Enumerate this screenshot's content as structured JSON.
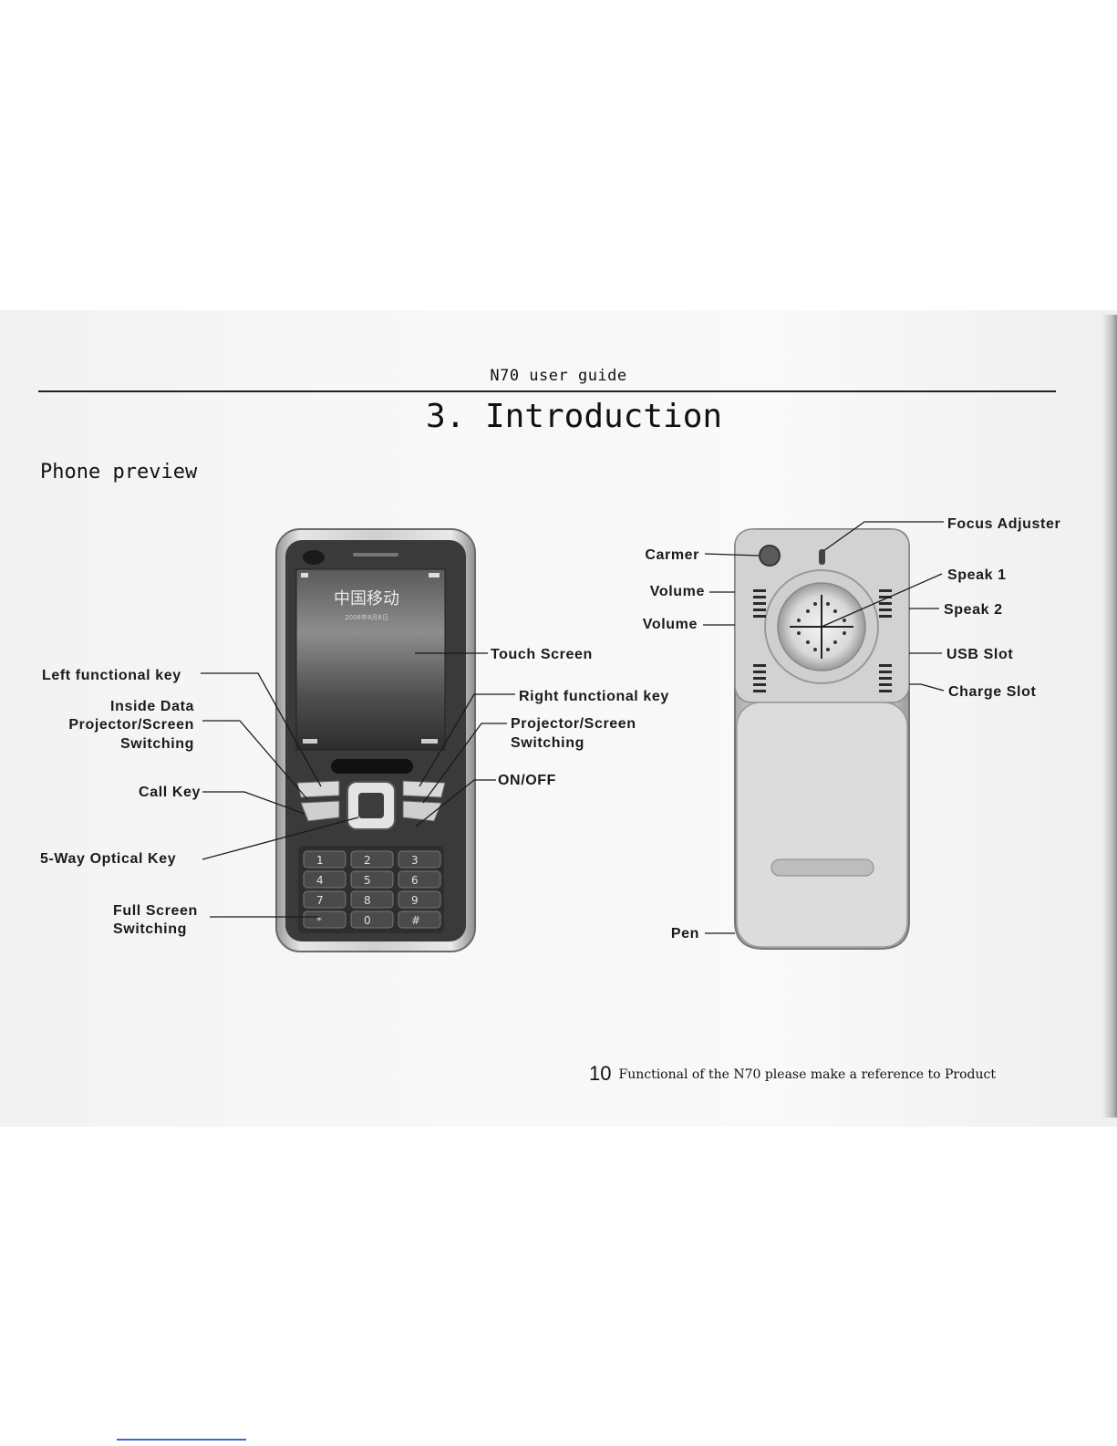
{
  "header": {
    "title": "N70 user guide"
  },
  "section": {
    "title": "3. Introduction",
    "subtitle": "Phone preview"
  },
  "front_labels": {
    "left_functional_key": "Left functional key",
    "inside_data_1": "Inside Data",
    "inside_data_2": "Projector/Screen",
    "inside_data_3": "Switching",
    "call_key": "Call Key",
    "five_way_key": "5-Way Optical Key",
    "full_screen_1": "Full Screen",
    "full_screen_2": "Switching",
    "touch_screen": "Touch Screen",
    "right_functional_key": "Right functional key",
    "projector_1": "Projector/Screen",
    "projector_2": "Switching",
    "on_off": "ON/OFF"
  },
  "back_labels": {
    "carmer": "Carmer",
    "volume_1": "Volume",
    "volume_2": "Volume",
    "pen": "Pen",
    "focus_adjuster": "Focus Adjuster",
    "speak_1": "Speak 1",
    "speak_2": "Speak 2",
    "usb_slot": "USB Slot",
    "charge_slot": "Charge Slot"
  },
  "phone_screen": {
    "carrier": "中国移动",
    "date": "2008年8月8日"
  },
  "keypad": [
    "1",
    "2",
    "3",
    "4",
    "5",
    "6",
    "7",
    "8",
    "9",
    "*",
    "0",
    "#"
  ],
  "footer": {
    "page_number": "10",
    "text": "Functional of the N70 please make a reference to Product"
  }
}
